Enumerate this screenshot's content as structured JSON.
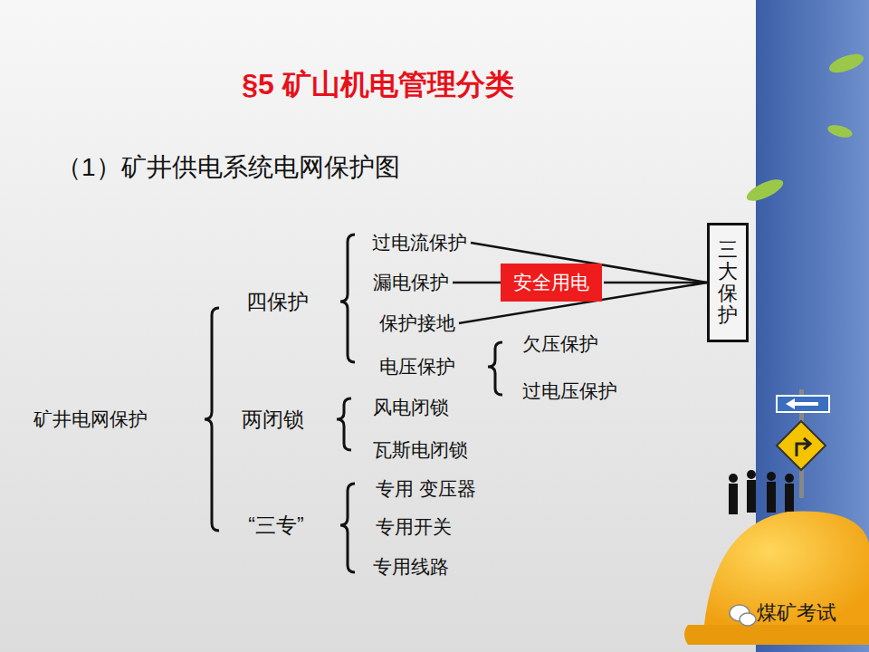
{
  "diagram": {
    "title": "§5 矿山机电管理分类",
    "nodes": [
      {
        "text": [
          "矿井电网保护"
        ]
      },
      {
        "text": [
          "四保护"
        ]
      },
      {
        "text": [
          "过电流保护"
        ]
      },
      {
        "text": [
          "漏电保护"
        ]
      },
      {
        "text": [
          "安全用电"
        ]
      },
      {
        "text": [
          "三大保护"
        ]
      },
      {
        "text": [
          "保护接地"
        ]
      },
      {
        "text": [
          "电压保护"
        ]
      },
      {
        "text": [
          "欠压保护"
        ]
      },
      {
        "text": [
          "过电压保护"
        ]
      },
      {
        "text": [
          "两闭锁"
        ]
      },
      {
        "text": [
          "风电闭锁"
        ]
      },
      {
        "text": [
          "瓦斯电闭锁"
        ]
      },
      {
        "text": [
          "“三专”"
        ]
      },
      {
        "text": [
          "专用 变压器"
        ]
      },
      {
        "text": [
          "专用开关"
        ]
      },
      {
        "text": [
          "专用线路"
        ]
      }
    ],
    "edges": [
      {
        "from": 2,
        "to": 5,
        "arrow": "none"
      },
      {
        "from": 3,
        "to": 4,
        "arrow": "none"
      },
      {
        "from": 4,
        "to": 5,
        "arrow": "none"
      },
      {
        "from": 6,
        "to": 5,
        "arrow": "none"
      }
    ],
    "labels": [
      "（1）矿井供电系统电网保护图",
      "煤矿考试"
    ]
  }
}
